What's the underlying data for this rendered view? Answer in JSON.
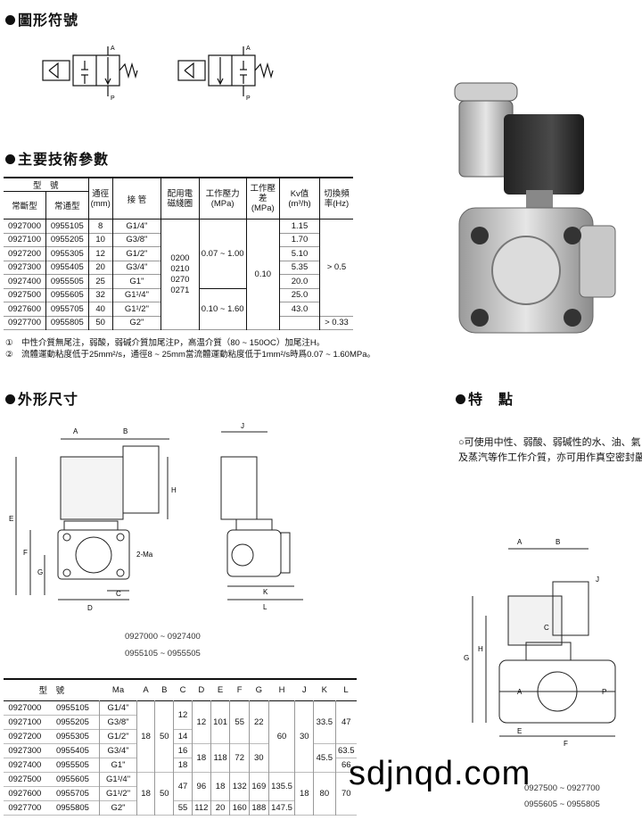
{
  "sections": {
    "symbol": "圖形符號",
    "spec": "主要技術參數",
    "dims": "外形尺寸",
    "features": "特　點"
  },
  "symbol_labels": {
    "a": "A",
    "p": "P"
  },
  "spec_table": {
    "headers": {
      "model": "型　號",
      "normal_closed": "常斷型",
      "normal_open": "常通型",
      "bore": "通徑(mm)",
      "port": "接 管",
      "coil": "配用電磁綫圈",
      "pressure": "工作壓力(MPa)",
      "diff": "工作壓差(MPa)",
      "kv": "Kv值(m³/h)",
      "freq": "切換頻率(Hz)"
    },
    "rows": [
      {
        "nc": "0927000",
        "no": "0955105",
        "bore": "8",
        "port": "G1/4\"",
        "kv": "1.15"
      },
      {
        "nc": "0927100",
        "no": "0955205",
        "bore": "10",
        "port": "G3/8\"",
        "kv": "1.70"
      },
      {
        "nc": "0927200",
        "no": "0955305",
        "bore": "12",
        "port": "G1/2\"",
        "kv": "5.10"
      },
      {
        "nc": "0927300",
        "no": "0955405",
        "bore": "20",
        "port": "G3/4\"",
        "kv": "5.35"
      },
      {
        "nc": "0927400",
        "no": "0955505",
        "bore": "25",
        "port": "G1\"",
        "kv": "20.0"
      },
      {
        "nc": "0927500",
        "no": "0955605",
        "bore": "32",
        "port": "G1¹/4\"",
        "kv": "25.0"
      },
      {
        "nc": "0927600",
        "no": "0955705",
        "bore": "40",
        "port": "G1¹/2\"",
        "kv": "43.0"
      },
      {
        "nc": "0927700",
        "no": "0955805",
        "bore": "50",
        "port": "G2\"",
        "kv": ""
      }
    ],
    "coil_values": "0200\n0210\n0270\n0271",
    "pressure_1": "0.07 ~ 1.00",
    "pressure_2": "0.10 ~ 1.60",
    "diff_value": "0.10",
    "freq_1": "> 0.5",
    "freq_2": "> 0.33"
  },
  "notes": [
    "①　中性介質無尾注，弱酸，弱碱介質加尾注P，高温介質（80 ~ 150OC）加尾注H。",
    "②　流體運動粘度低于25mm²/s，通徑8 ~ 25mm當流體運動粘度低于1mm²/s時爲0.07 ~ 1.60MPa。"
  ],
  "drawing_labels": {
    "A": "A",
    "B": "B",
    "C": "C",
    "D": "D",
    "E": "E",
    "F": "F",
    "G": "G",
    "H": "H",
    "J": "J",
    "K": "K",
    "L": "L",
    "Ma": "2-Ma",
    "P": "P"
  },
  "captions": {
    "left_1": "0927000 ~ 0927400",
    "left_2": "0955105 ~ 0955505",
    "right_1": "0927500 ~ 0927700",
    "right_2": "0955605 ~ 0955805"
  },
  "features_text": [
    "○可使用中性、弱酸、弱碱性的水、油、氣",
    "及蒸汽等作工作介質，亦可用作真空密封嚴"
  ],
  "dim_table": {
    "headers": {
      "model": "型　號",
      "Ma": "Ma",
      "A": "A",
      "B": "B",
      "C": "C",
      "D": "D",
      "E": "E",
      "F": "F",
      "G": "G",
      "H": "H",
      "J": "J",
      "K": "K",
      "L": "L"
    },
    "rows": [
      {
        "nc": "0927000",
        "no": "0955105",
        "ma": "G1/4\""
      },
      {
        "nc": "0927100",
        "no": "0955205",
        "ma": "G3/8\""
      },
      {
        "nc": "0927200",
        "no": "0955305",
        "ma": "G1/2\""
      },
      {
        "nc": "0927300",
        "no": "0955405",
        "ma": "G3/4\""
      },
      {
        "nc": "0927400",
        "no": "0955505",
        "ma": "G1\""
      },
      {
        "nc": "0927500",
        "no": "0955605",
        "ma": "G1¹/4\""
      },
      {
        "nc": "0927600",
        "no": "0955705",
        "ma": "G1¹/2\""
      },
      {
        "nc": "0927700",
        "no": "0955805",
        "ma": "G2\""
      }
    ],
    "cells": {
      "a1": "18",
      "b1": "50",
      "c_12": "12",
      "c_14": "14",
      "c_16": "16",
      "c_18": "18",
      "d_12": "12",
      "d_18": "18",
      "e1": "101",
      "e2": "118",
      "f1": "55",
      "f2": "72",
      "g1": "22",
      "g2": "30",
      "h1": "60",
      "j1": "30",
      "k1": "33.5",
      "k2": "45.5",
      "l1": "47",
      "l2": "63.5",
      "l3": "66",
      "a2": "18",
      "b2": "50",
      "c_47": "47",
      "c_55": "55",
      "d_96": "96",
      "d_112": "112",
      "e_18": "18",
      "e_20": "20",
      "f_132": "132",
      "f_160": "160",
      "g_169": "169",
      "g_188": "188",
      "h_1355": "135.5",
      "h_1475": "147.5",
      "j2": "18",
      "l_70": "70",
      "k_d": "80"
    }
  },
  "watermark": "sdjnqd.com"
}
